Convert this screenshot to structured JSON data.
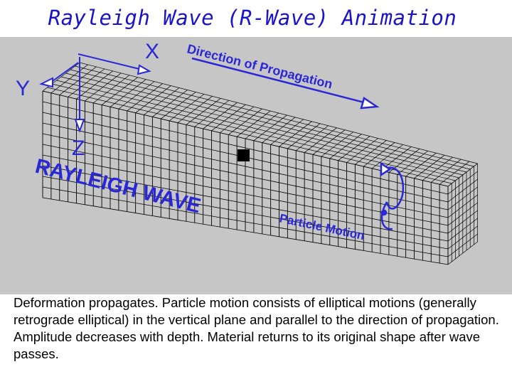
{
  "title": "Rayleigh Wave (R-Wave) Animation",
  "diagram": {
    "axis_x": "X",
    "axis_y": "Y",
    "axis_z": "Z",
    "propagation_label": "Direction of Propagation",
    "wave_label": "RAYLEIGH WAVE",
    "particle_label": "Particle Motion"
  },
  "colors": {
    "title": "#1a13c9",
    "labels": "#2a27d6",
    "panel": "#c6c6c6",
    "grid": "#000000"
  },
  "caption": "Deformation propagates.  Particle motion consists of elliptical motions (generally retrograde elliptical) in the vertical plane and parallel to the direction of propagation.  Amplitude decreases with depth.  Material returns to its original shape after wave passes."
}
